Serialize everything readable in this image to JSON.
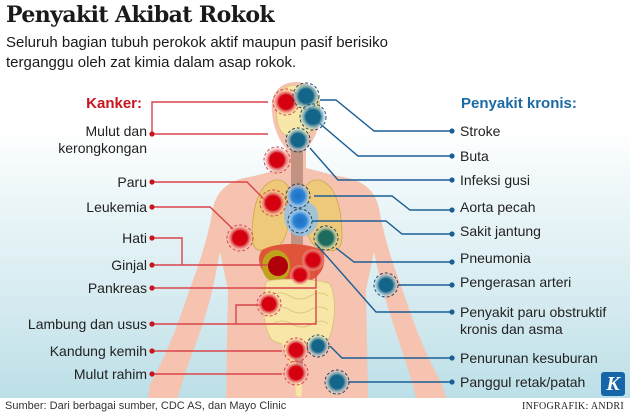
{
  "header": {
    "title": "Penyakit Akibat Rokok",
    "subtitle": "Seluruh bagian tubuh perokok aktif maupun pasif berisiko terganggu oleh zat kimia dalam asap rokok."
  },
  "cancer": {
    "heading": "Kanker:",
    "color": "#c8141e",
    "items": [
      {
        "label": "Mulut dan",
        "label2": "kerongkongan"
      },
      {
        "label": "Paru"
      },
      {
        "label": "Leukemia"
      },
      {
        "label": "Hati"
      },
      {
        "label": "Ginjal"
      },
      {
        "label": "Pankreas"
      },
      {
        "label": "Lambung dan usus"
      },
      {
        "label": "Kandung kemih"
      },
      {
        "label": "Mulut rahim"
      }
    ]
  },
  "chronic": {
    "heading": "Penyakit kronis:",
    "color": "#1b6aa5",
    "items": [
      {
        "label": "Stroke"
      },
      {
        "label": "Buta"
      },
      {
        "label": "Infeksi gusi"
      },
      {
        "label": "Aorta pecah"
      },
      {
        "label": "Sakit jantung"
      },
      {
        "label": "Pneumonia"
      },
      {
        "label": "Pengerasan arteri"
      },
      {
        "label": "Penyakit paru obstruktif",
        "label2": "kronis dan asma"
      },
      {
        "label": "Penurunan kesuburan"
      },
      {
        "label": "Panggul retak/patah"
      }
    ]
  },
  "footer": {
    "source": "Sumber: Dari berbagai sumber, CDC AS, dan Mayo Clinic",
    "credit": "INFOGRAFIK: ANDRI",
    "logo_letter": "K"
  }
}
